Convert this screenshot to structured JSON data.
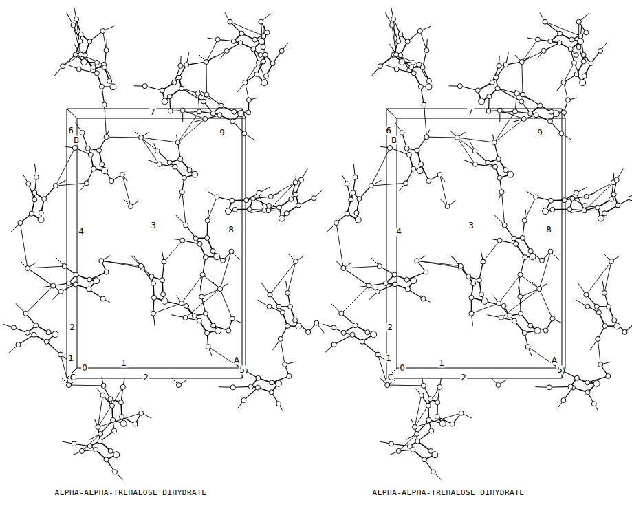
{
  "diagram": {
    "labels": [
      "6",
      "B",
      "7",
      "9",
      "4",
      "3",
      "8",
      "2",
      "1",
      "C",
      "0",
      "1",
      "2",
      "A",
      "5",
      "ALPHA-ALPHA-TREHALOSE DIHYDRATE",
      "6",
      "B",
      "7",
      "9",
      "4",
      "3",
      "8",
      "2",
      "1",
      "C",
      "0",
      "1",
      "2",
      "A",
      "5",
      "ALPHA-ALPHA-TREHALOSE DIHYDRATE"
    ]
  }
}
